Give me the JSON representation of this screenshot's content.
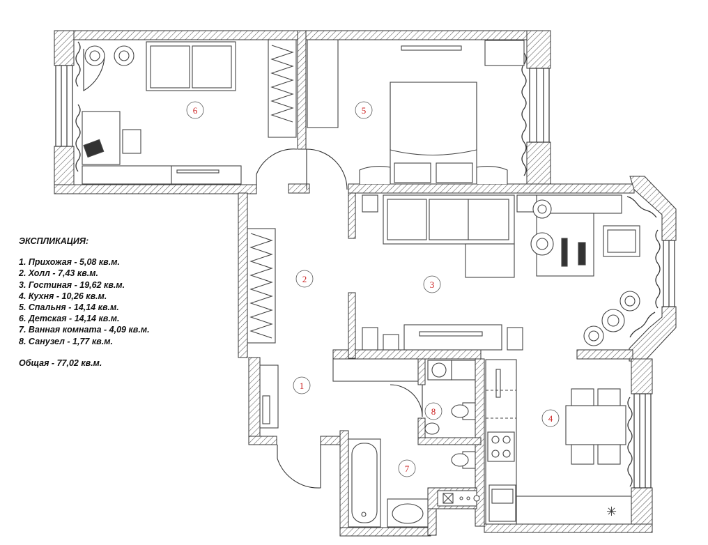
{
  "explication": {
    "title": "ЭКСПЛИКАЦИЯ:",
    "rooms": [
      "1. Прихожая - 5,08 кв.м.",
      "2. Холл - 7,43 кв.м.",
      "3. Гостиная - 19,62 кв.м.",
      "4. Кухня - 10,26 кв.м.",
      "5. Спальня - 14,14 кв.м.",
      "6. Детская - 14,14 кв.м.",
      "7. Ванная комната - 4,09 кв.м.",
      "8. Санузел - 1,77 кв.м."
    ],
    "total": "Общая - 77,02 кв.м."
  },
  "room_markers": [
    {
      "number": "1",
      "label": "Прихожая"
    },
    {
      "number": "2",
      "label": "Холл"
    },
    {
      "number": "3",
      "label": "Гостиная"
    },
    {
      "number": "4",
      "label": "Кухня"
    },
    {
      "number": "5",
      "label": "Спальня"
    },
    {
      "number": "6",
      "label": "Детская"
    },
    {
      "number": "7",
      "label": "Ванная комната"
    },
    {
      "number": "8",
      "label": "Санузел"
    }
  ],
  "colors": {
    "wall_outline": "#333333",
    "hatch": "#555555",
    "furniture": "#444444",
    "marker_text": "#cc1f1f"
  },
  "icons": [
    "door-swing-icon",
    "window-icon",
    "plant-icon",
    "sofa-icon",
    "bed-icon",
    "stove-icon",
    "sink-icon",
    "toilet-icon",
    "bathtub-icon",
    "wardrobe-icon",
    "laptop-icon"
  ]
}
